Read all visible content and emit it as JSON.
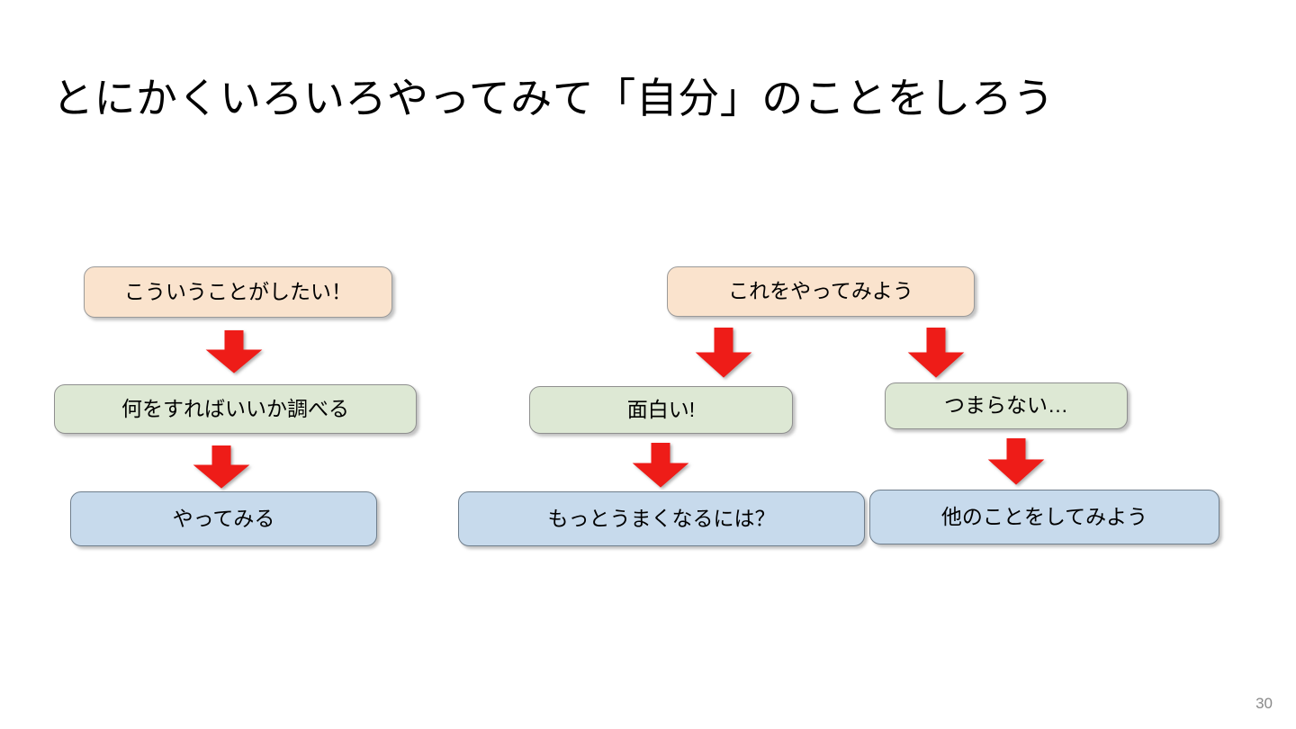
{
  "slide": {
    "title": "とにかくいろいろやってみて「自分」のことをしろう",
    "page_number": "30",
    "background_color": "#ffffff"
  },
  "colors": {
    "peach_fill": "#fae3cd",
    "green_fill": "#dde8d4",
    "blue_fill": "#c7daec",
    "arrow_red": "#ee1c18",
    "border_gray": "#8a8a8a",
    "title_text": "#000000",
    "page_number_text": "#8a8a8a"
  },
  "diagram": {
    "clusters": [
      {
        "name": "left-flow",
        "nodes": [
          {
            "id": "l1",
            "label": "こういうことがしたい！",
            "style": "peach"
          },
          {
            "id": "l2",
            "label": "何をすればいいか調べる",
            "style": "green"
          },
          {
            "id": "l3",
            "label": "やってみる",
            "style": "blue"
          }
        ],
        "arrows": [
          {
            "from": "l1",
            "to": "l2",
            "direction": "down"
          },
          {
            "from": "l2",
            "to": "l3",
            "direction": "down"
          }
        ]
      },
      {
        "name": "right-flow",
        "nodes": [
          {
            "id": "r1",
            "label": "これをやってみよう",
            "style": "peach"
          },
          {
            "id": "r2",
            "label": "面白い!",
            "style": "green"
          },
          {
            "id": "r3",
            "label": "つまらない…",
            "style": "green"
          },
          {
            "id": "r4",
            "label": "もっとうまくなるには？",
            "style": "blue"
          },
          {
            "id": "r5",
            "label": "他のことをしてみよう",
            "style": "blue"
          }
        ],
        "arrows": [
          {
            "from": "r1",
            "to": "r2",
            "direction": "down"
          },
          {
            "from": "r1",
            "to": "r3",
            "direction": "down"
          },
          {
            "from": "r2",
            "to": "r4",
            "direction": "down"
          },
          {
            "from": "r3",
            "to": "r5",
            "direction": "down"
          }
        ]
      }
    ]
  }
}
